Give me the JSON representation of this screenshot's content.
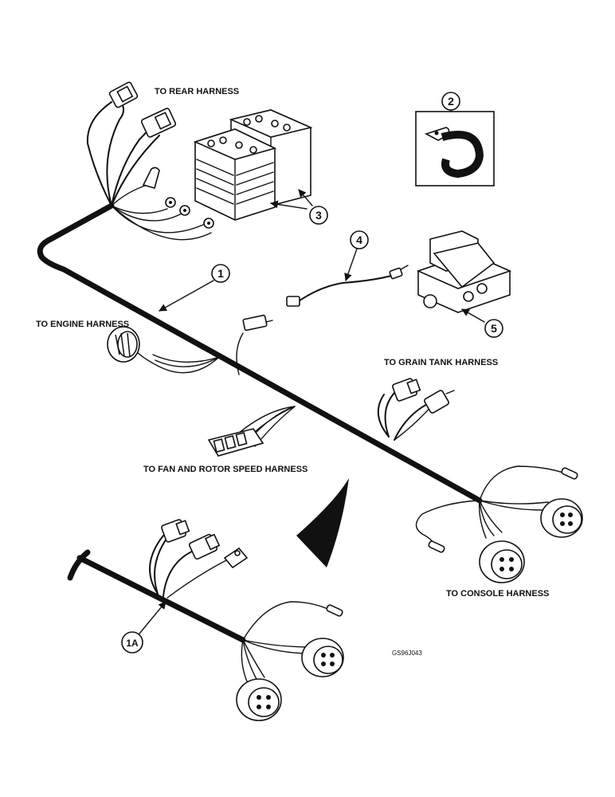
{
  "labels": {
    "rear": "TO REAR HARNESS",
    "engine": "TO ENGINE HARNESS",
    "grain": "TO GRAIN TANK HARNESS",
    "fan": "TO FAN AND ROTOR SPEED HARNESS",
    "console": "TO CONSOLE HARNESS"
  },
  "callouts": {
    "c1": "1",
    "c2": "2",
    "c3": "3",
    "c4": "4",
    "c5": "5",
    "c1a": "1A"
  },
  "figure_code": "GS96J043"
}
